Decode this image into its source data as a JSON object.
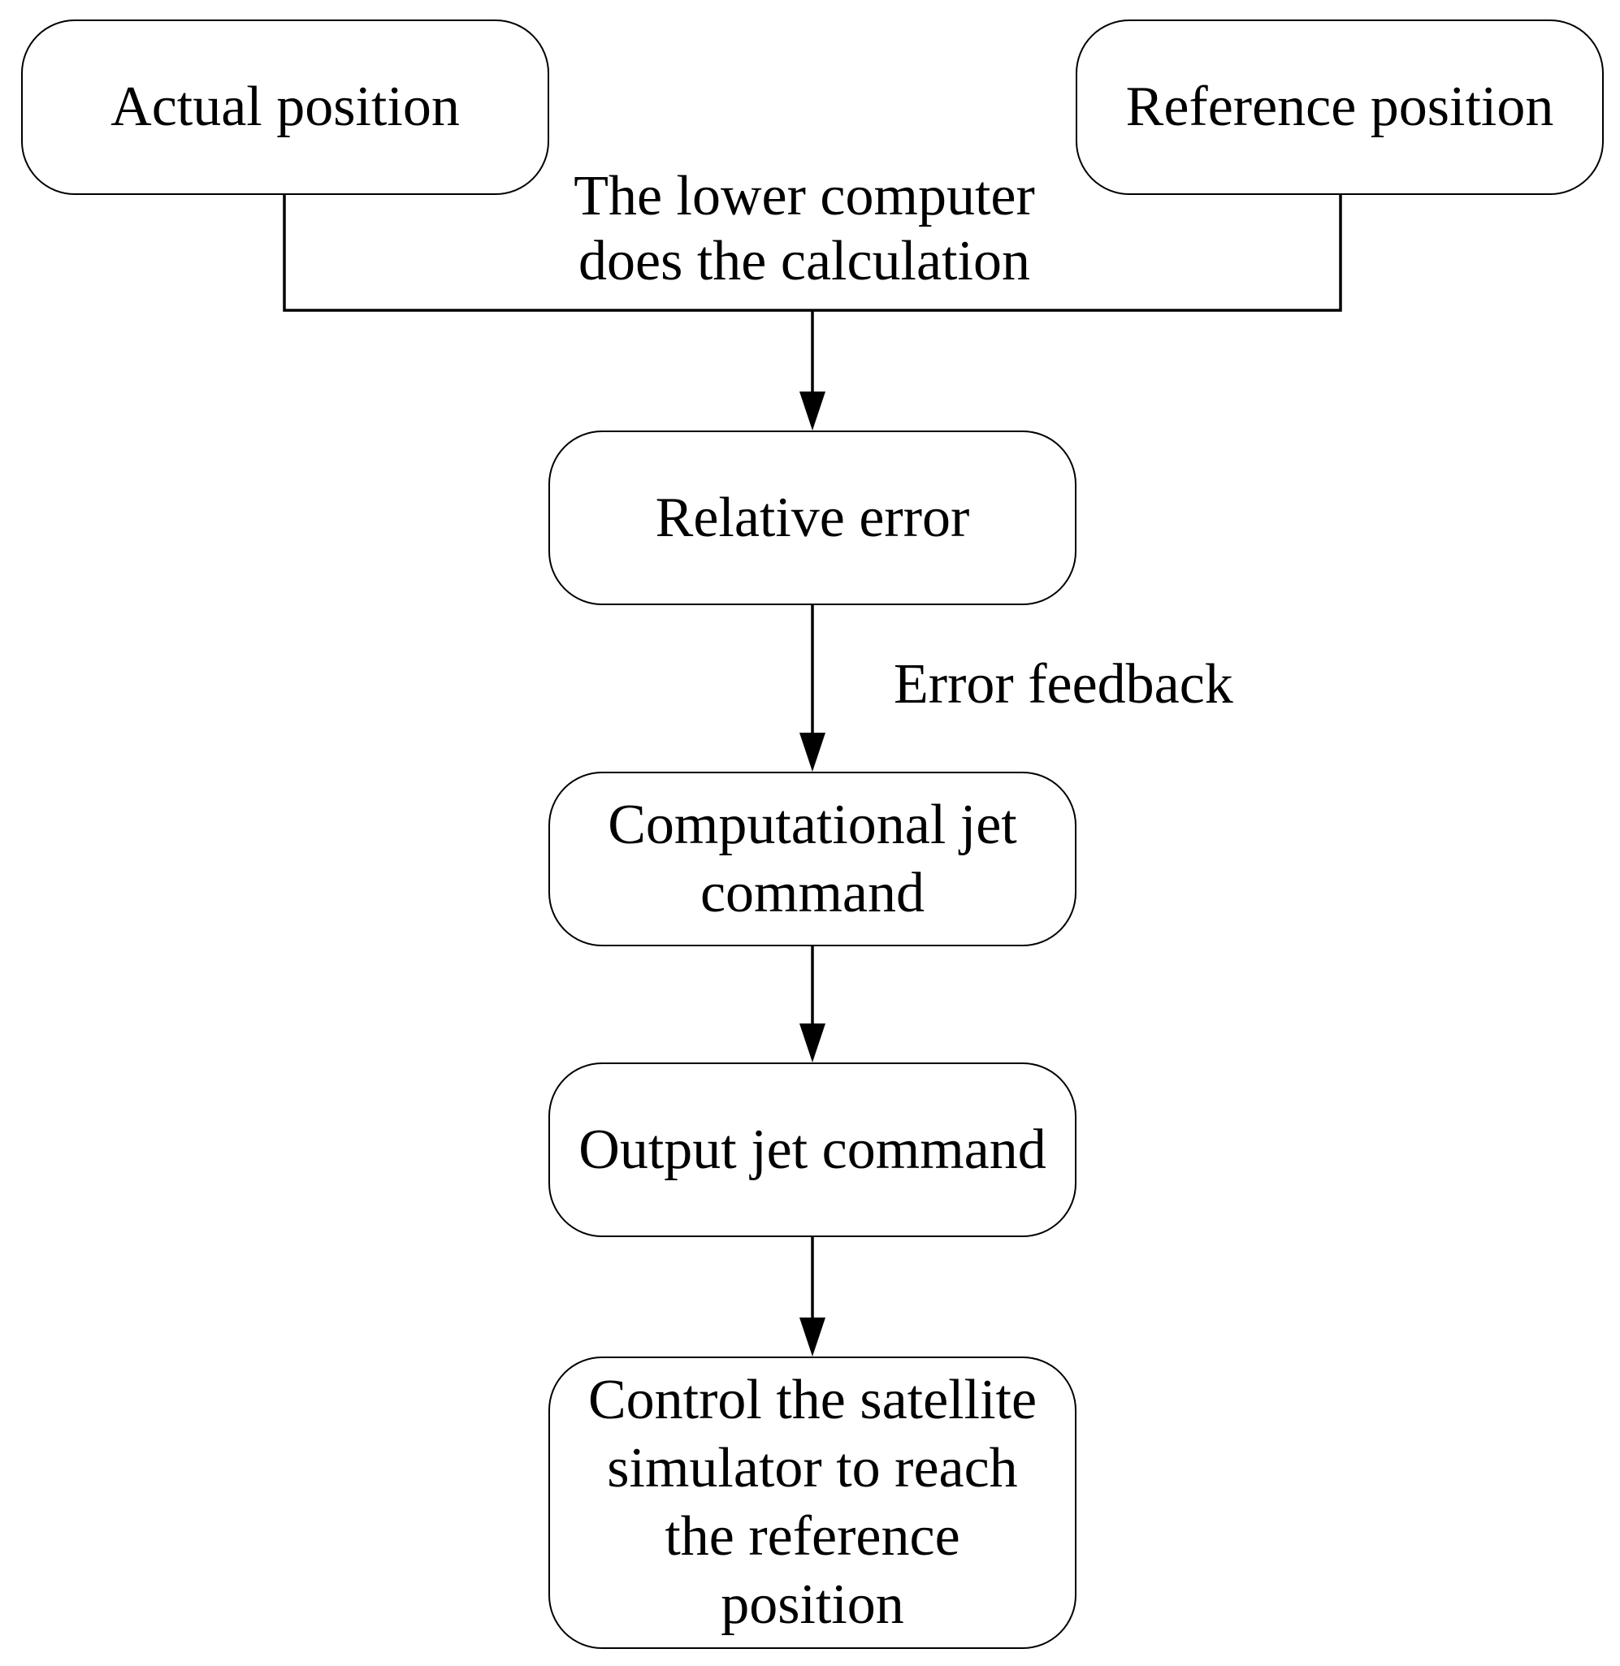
{
  "nodes": {
    "actual_position": "Actual position",
    "reference_position": "Reference position",
    "relative_error": "Relative error",
    "computational_jet_command": "Computational jet command",
    "output_jet_command": "Output jet command",
    "control_satellite": "Control the satellite simulator to reach the reference position"
  },
  "annotations": {
    "lower_computer": "The lower computer does the calculation",
    "error_feedback": "Error feedback"
  }
}
